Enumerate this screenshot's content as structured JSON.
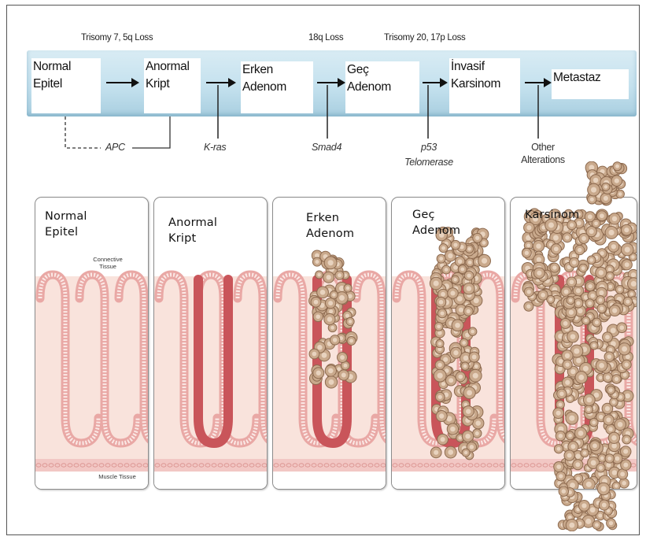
{
  "top_labels": {
    "chromosome_1": "Trisomy 7, 5q Loss",
    "chromosome_2": "18q Loss",
    "chromosome_3": "Trisomy 20, 17p Loss"
  },
  "stages": [
    {
      "line1": "Normal",
      "line2": "Epitel"
    },
    {
      "line1": "Anormal",
      "line2": "Kript"
    },
    {
      "line1": "Erken",
      "line2": "Adenom"
    },
    {
      "line1": "Geç",
      "line2": "Adenom"
    },
    {
      "line1": "İnvasif",
      "line2": "Karsinom"
    },
    {
      "line1": "Metastaz",
      "line2": ""
    }
  ],
  "genes": {
    "apc": "APC",
    "kras": "K-ras",
    "smad4": "Smad4",
    "p53": "p53",
    "telomerase": "Telomerase",
    "other_1": "Other",
    "other_2": "Alterations"
  },
  "panels": [
    {
      "line1": "Normal",
      "line2": "Epitel"
    },
    {
      "line1": "Anormal",
      "line2": "Kript"
    },
    {
      "line1": "Erken",
      "line2": "Adenom"
    },
    {
      "line1": "Geç",
      "line2": "Adenom"
    },
    {
      "line1": "Karsinom",
      "line2": ""
    }
  ],
  "notes": {
    "connective_1": "Connective",
    "connective_2": "Tissue",
    "muscle": "Muscle Tissue"
  },
  "colors": {
    "band": "#c4e1ee",
    "mucosa_fill": "#f9e3dc",
    "crypt_wall": "#e9a8a5",
    "abnormal_wall": "#c9555a",
    "tumor_cell": "#c9a98c",
    "muscle": "#f2c7c4"
  }
}
